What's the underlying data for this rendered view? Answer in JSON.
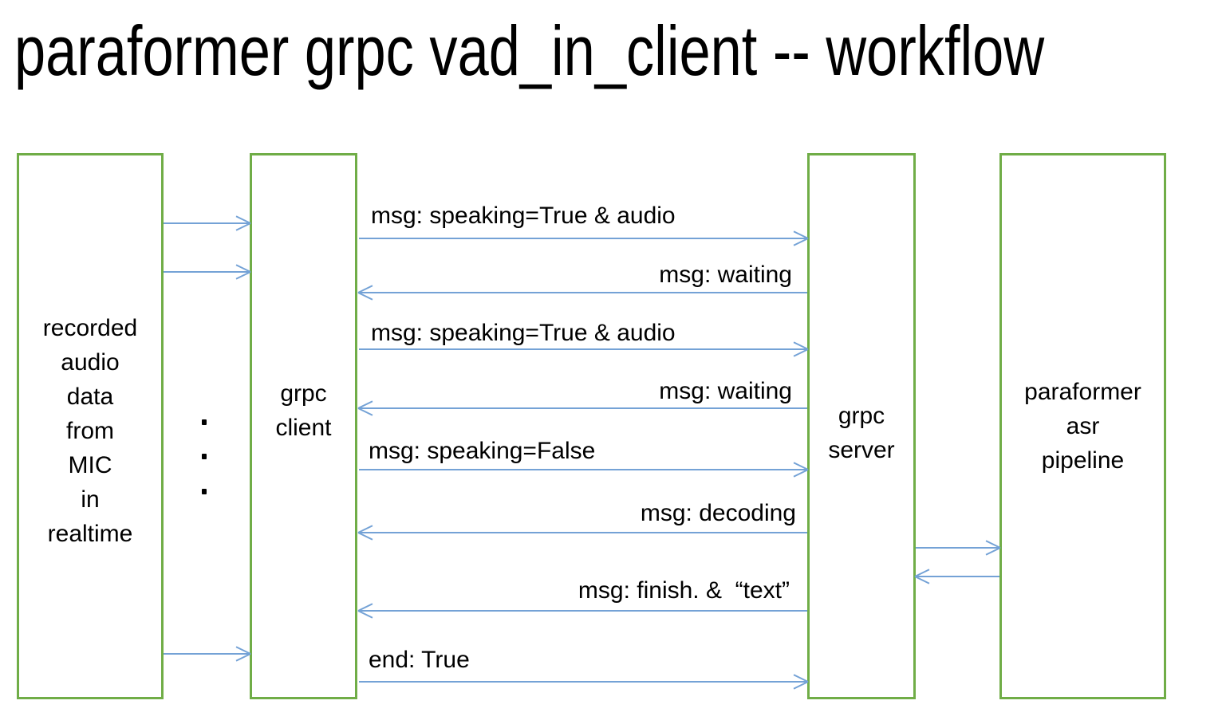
{
  "title": "paraformer grpc vad_in_client -- workflow",
  "colors": {
    "box_border": "#70ad47",
    "arrow": "#74a2d6",
    "text": "#000000",
    "background": "#ffffff"
  },
  "boxes": {
    "mic": {
      "lines": [
        "recorded",
        "audio",
        "data",
        "from",
        "MIC",
        "in",
        "realtime"
      ]
    },
    "client": {
      "lines": [
        "grpc",
        "client"
      ]
    },
    "server": {
      "lines": [
        "grpc",
        "server"
      ]
    },
    "pipeline": {
      "lines": [
        "paraformer",
        "asr",
        "pipeline"
      ]
    }
  },
  "messages": [
    {
      "text": "msg: speaking=True & audio",
      "from": "client",
      "to": "server",
      "direction": "right"
    },
    {
      "text": "msg: waiting",
      "from": "server",
      "to": "client",
      "direction": "left"
    },
    {
      "text": "msg: speaking=True & audio",
      "from": "client",
      "to": "server",
      "direction": "right"
    },
    {
      "text": "msg: waiting",
      "from": "server",
      "to": "client",
      "direction": "left"
    },
    {
      "text": "msg: speaking=False",
      "from": "client",
      "to": "server",
      "direction": "right"
    },
    {
      "text": "msg: decoding",
      "from": "server",
      "to": "client",
      "direction": "left"
    },
    {
      "text": "msg: finish. &  “text”",
      "from": "server",
      "to": "client",
      "direction": "left"
    },
    {
      "text": "end: True",
      "from": "client",
      "to": "server",
      "direction": "right"
    }
  ],
  "mic_to_client_arrows": 3,
  "mic_to_client_ellipsis_dots": 3,
  "server_to_pipeline_arrows": 2
}
